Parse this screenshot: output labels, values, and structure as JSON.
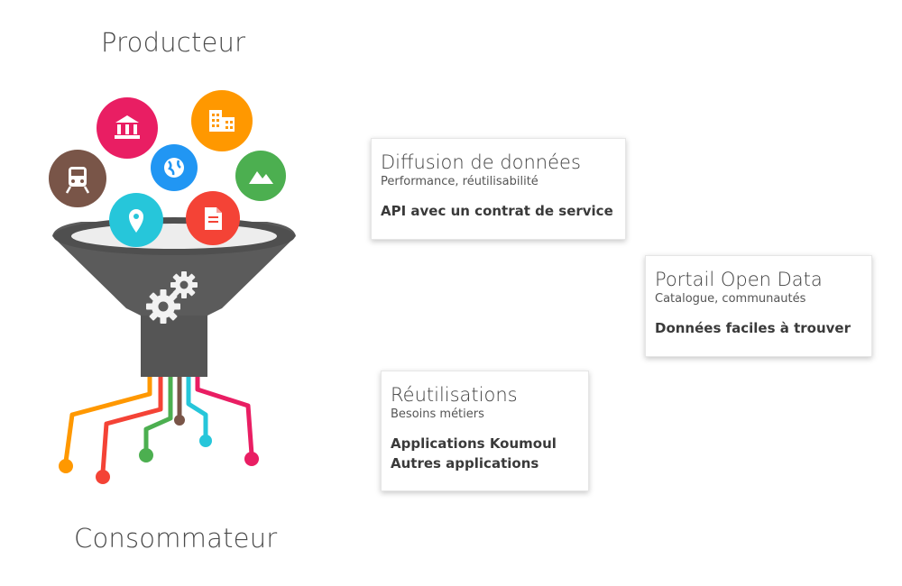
{
  "labels": {
    "producer": "Producteur",
    "consumer": "Consommateur"
  },
  "colors": {
    "funnel": "#5b5b5b",
    "funnel_opening": "#ededed",
    "bank_circle": "#e91e63",
    "building_circle": "#ff9800",
    "globe_circle": "#2196f3",
    "landscape_circle": "#4caf50",
    "train_circle": "#795548",
    "location_circle": "#26c6da",
    "document_circle": "#f44336"
  },
  "icons": [
    "train-icon",
    "bank-icon",
    "globe-icon",
    "building-icon",
    "landscape-icon",
    "location-pin-icon",
    "document-icon",
    "gears-icon"
  ],
  "cards": {
    "diffusion": {
      "title": "Diffusion de données",
      "subtitle": "Performance, réutilisabilité",
      "bold": "API avec un contrat de service"
    },
    "portail": {
      "title": "Portail Open Data",
      "subtitle": "Catalogue, communautés",
      "bold": "Données faciles à trouver"
    },
    "reutilisations": {
      "title": "Réutilisations",
      "subtitle": "Besoins métiers",
      "bold_lines": [
        "Applications Koumoul",
        "Autres applications"
      ]
    }
  }
}
